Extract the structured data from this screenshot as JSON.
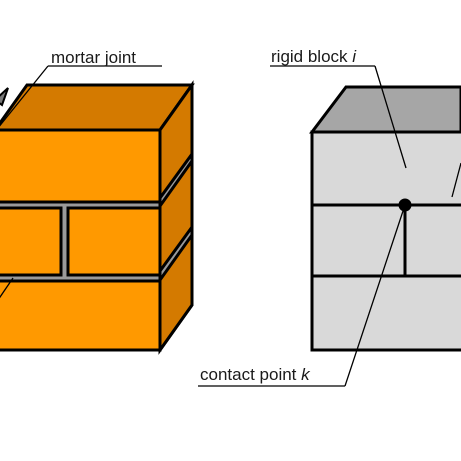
{
  "labels": {
    "mortar_joint": "mortar joint",
    "rigid_block": "rigid block",
    "rigid_block_var": "i",
    "contact_point": "contact point",
    "contact_point_var": "k"
  },
  "colors": {
    "brick_front": "#ff9900",
    "brick_side": "#d47a00",
    "brick_top": "#d47a00",
    "mortar": "#9a9a9a",
    "block_front": "#d9d9d9",
    "block_side": "#cfcfcf",
    "block_top": "#a6a6a6",
    "outline": "#000000"
  }
}
